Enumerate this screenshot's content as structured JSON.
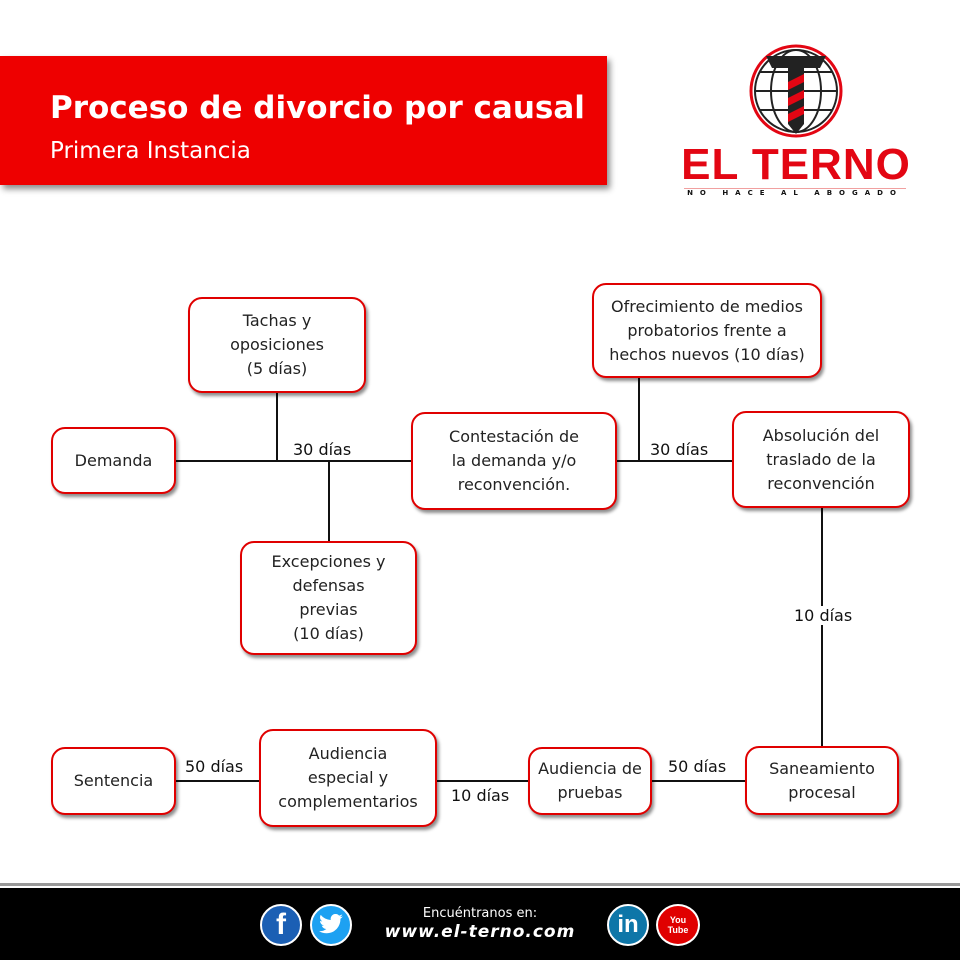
{
  "header": {
    "title": "Proceso de divorcio por causal",
    "subtitle": "Primera Instancia"
  },
  "logo": {
    "brand": "EL TERNO",
    "tagline": "NO HACE AL ABOGADO"
  },
  "nodes": {
    "demanda": "Demanda",
    "tachas": "Tachas y\noposiciones\n(5 días)",
    "excepciones": "Excepciones y\ndefensas\nprevias\n(10 días)",
    "contestacion": "Contestación de\nla demanda y/o\nreconvención.",
    "ofrecimiento": "Ofrecimiento de medios\nprobatorios frente a\nhechos nuevos (10 días)",
    "absolucion": "Absolución del\ntraslado de la\nreconvención",
    "saneamiento": "Saneamiento\nprocesal",
    "audiencia_pruebas": "Audiencia de\npruebas",
    "audiencia_especial": "Audiencia\nespecial y\ncomplementarios",
    "sentencia": "Sentencia"
  },
  "edges": {
    "e1": "30 días",
    "e2": "30 días",
    "e3": "10 días",
    "e4": "50 días",
    "e5": "10 días",
    "e6": "50 días"
  },
  "footer": {
    "find_us": "Encuéntranos en:",
    "url": "www.el-terno.com",
    "facebook": "f",
    "linkedin": "in",
    "youtube": "You Tube"
  },
  "colors": {
    "accent": "#ee0000",
    "facebook": "#1b5fb4",
    "twitter": "#1da1f2",
    "linkedin": "#0e76a8",
    "youtube": "#e00000"
  }
}
